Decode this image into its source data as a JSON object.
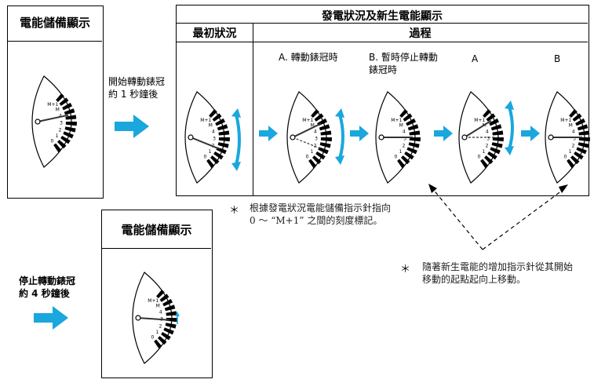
{
  "panel_display": {
    "title": "電能儲備顯示"
  },
  "step1": {
    "label_line1": "開始轉動錶冠",
    "label_line2": "約 1 秒鐘後"
  },
  "process_panel": {
    "title": "發電狀況及新生電能顯示",
    "initial_header": "最初狀況",
    "process_header": "過程",
    "col_a_rotate": "A. 轉動錶冠時",
    "col_b_pause_line1": "B. 暫時停止轉動",
    "col_b_pause_line2": "錶冠時",
    "col_a": "A",
    "col_b": "B"
  },
  "note1": {
    "star": "＊",
    "line1": "根據發電狀況電能儲備指示針指向",
    "line2": "0 ～ “M+1” 之間的刻度標記。"
  },
  "note2": {
    "star": "＊",
    "line1": "隨著新生電能的增加指示針從其開始",
    "line2": "移動的起點起向上移動。"
  },
  "step2": {
    "label_line1": "停止轉動錶冠",
    "label_line2": "約 4 秒鐘後"
  },
  "panel_display2": {
    "title": "電能儲備顯示"
  },
  "gauge_scale": {
    "tick_labels": [
      "0",
      "1",
      "2",
      "3",
      "4",
      "M",
      "M+1"
    ]
  },
  "colors": {
    "arrow": "#1aa7dd",
    "ink": "#000000"
  }
}
